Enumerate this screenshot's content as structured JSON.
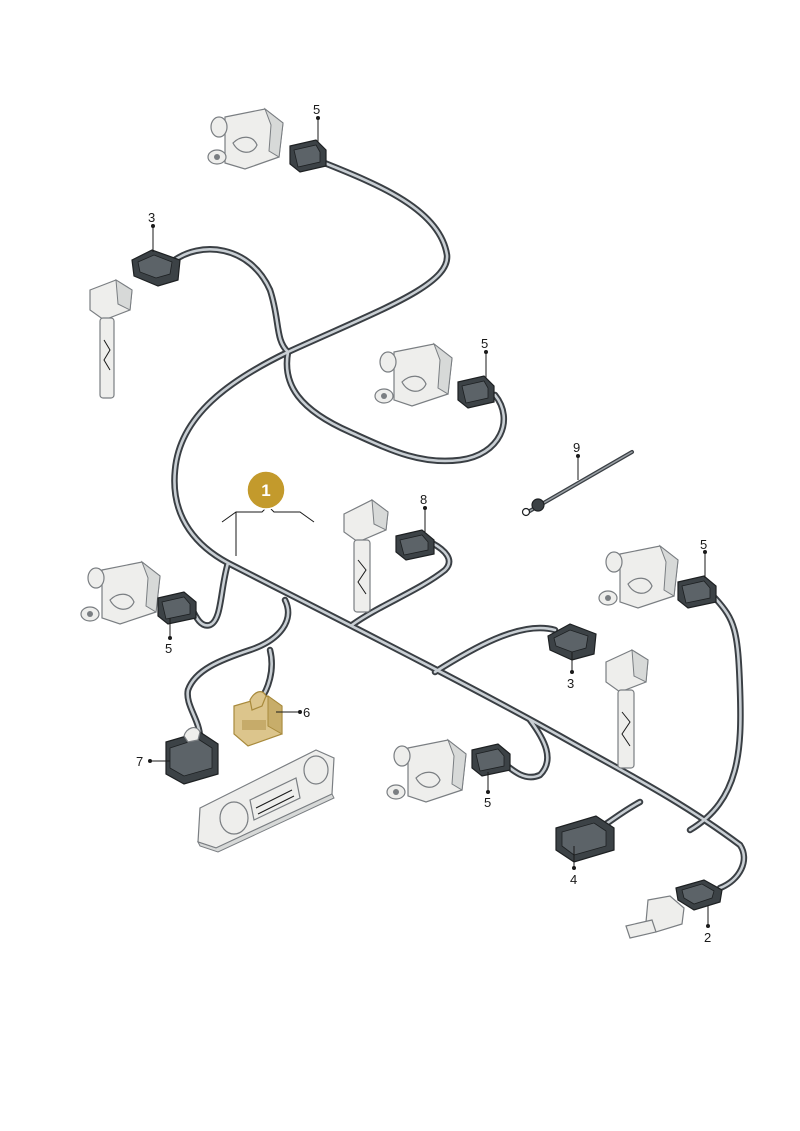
{
  "badge": {
    "label": "1",
    "color": "#c39a2c"
  },
  "callouts": {
    "c5_top": "5",
    "c3_top": "3",
    "c5_mid": "5",
    "c9": "9",
    "c8": "8",
    "c5_right": "5",
    "c5_left": "5",
    "c6": "6",
    "c3_bottom": "3",
    "c7": "7",
    "c5_bottom": "5",
    "c4": "4",
    "c2": "2"
  },
  "colors": {
    "harness": "#3a3f44",
    "connector": "#3c4246",
    "highlight": "#dcc58c"
  }
}
